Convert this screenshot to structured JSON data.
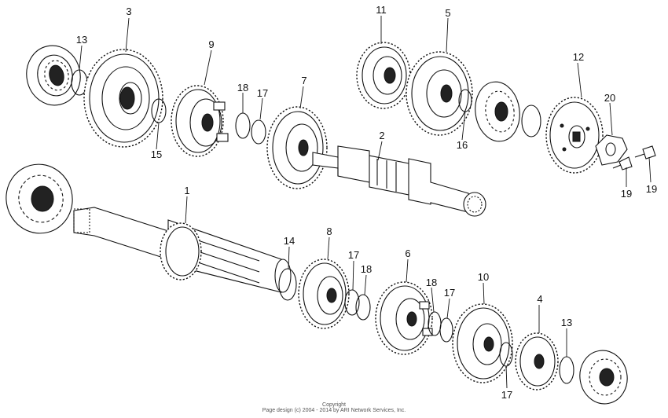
{
  "callouts": [
    {
      "id": "c3a",
      "label": "3"
    },
    {
      "id": "c13a",
      "label": "13"
    },
    {
      "id": "c9",
      "label": "9"
    },
    {
      "id": "c18a",
      "label": "18"
    },
    {
      "id": "c17a",
      "label": "17"
    },
    {
      "id": "c7",
      "label": "7"
    },
    {
      "id": "c15",
      "label": "15"
    },
    {
      "id": "c11",
      "label": "11"
    },
    {
      "id": "c5",
      "label": "5"
    },
    {
      "id": "c12",
      "label": "12"
    },
    {
      "id": "c20",
      "label": "20"
    },
    {
      "id": "c16",
      "label": "16"
    },
    {
      "id": "c2",
      "label": "2"
    },
    {
      "id": "c19a",
      "label": "19"
    },
    {
      "id": "c19b",
      "label": "19"
    },
    {
      "id": "c1",
      "label": "1"
    },
    {
      "id": "c14",
      "label": "14"
    },
    {
      "id": "c8",
      "label": "8"
    },
    {
      "id": "c17b",
      "label": "17"
    },
    {
      "id": "c18b",
      "label": "18"
    },
    {
      "id": "c6",
      "label": "6"
    },
    {
      "id": "c18c",
      "label": "18"
    },
    {
      "id": "c17c",
      "label": "17"
    },
    {
      "id": "c10",
      "label": "10"
    },
    {
      "id": "c4",
      "label": "4"
    },
    {
      "id": "c13b",
      "label": "13"
    },
    {
      "id": "c17d",
      "label": "17"
    }
  ],
  "footer": {
    "line1": "Copyright",
    "line2": "Page design (c) 2004 - 2014 by ARI Network Services, Inc."
  }
}
